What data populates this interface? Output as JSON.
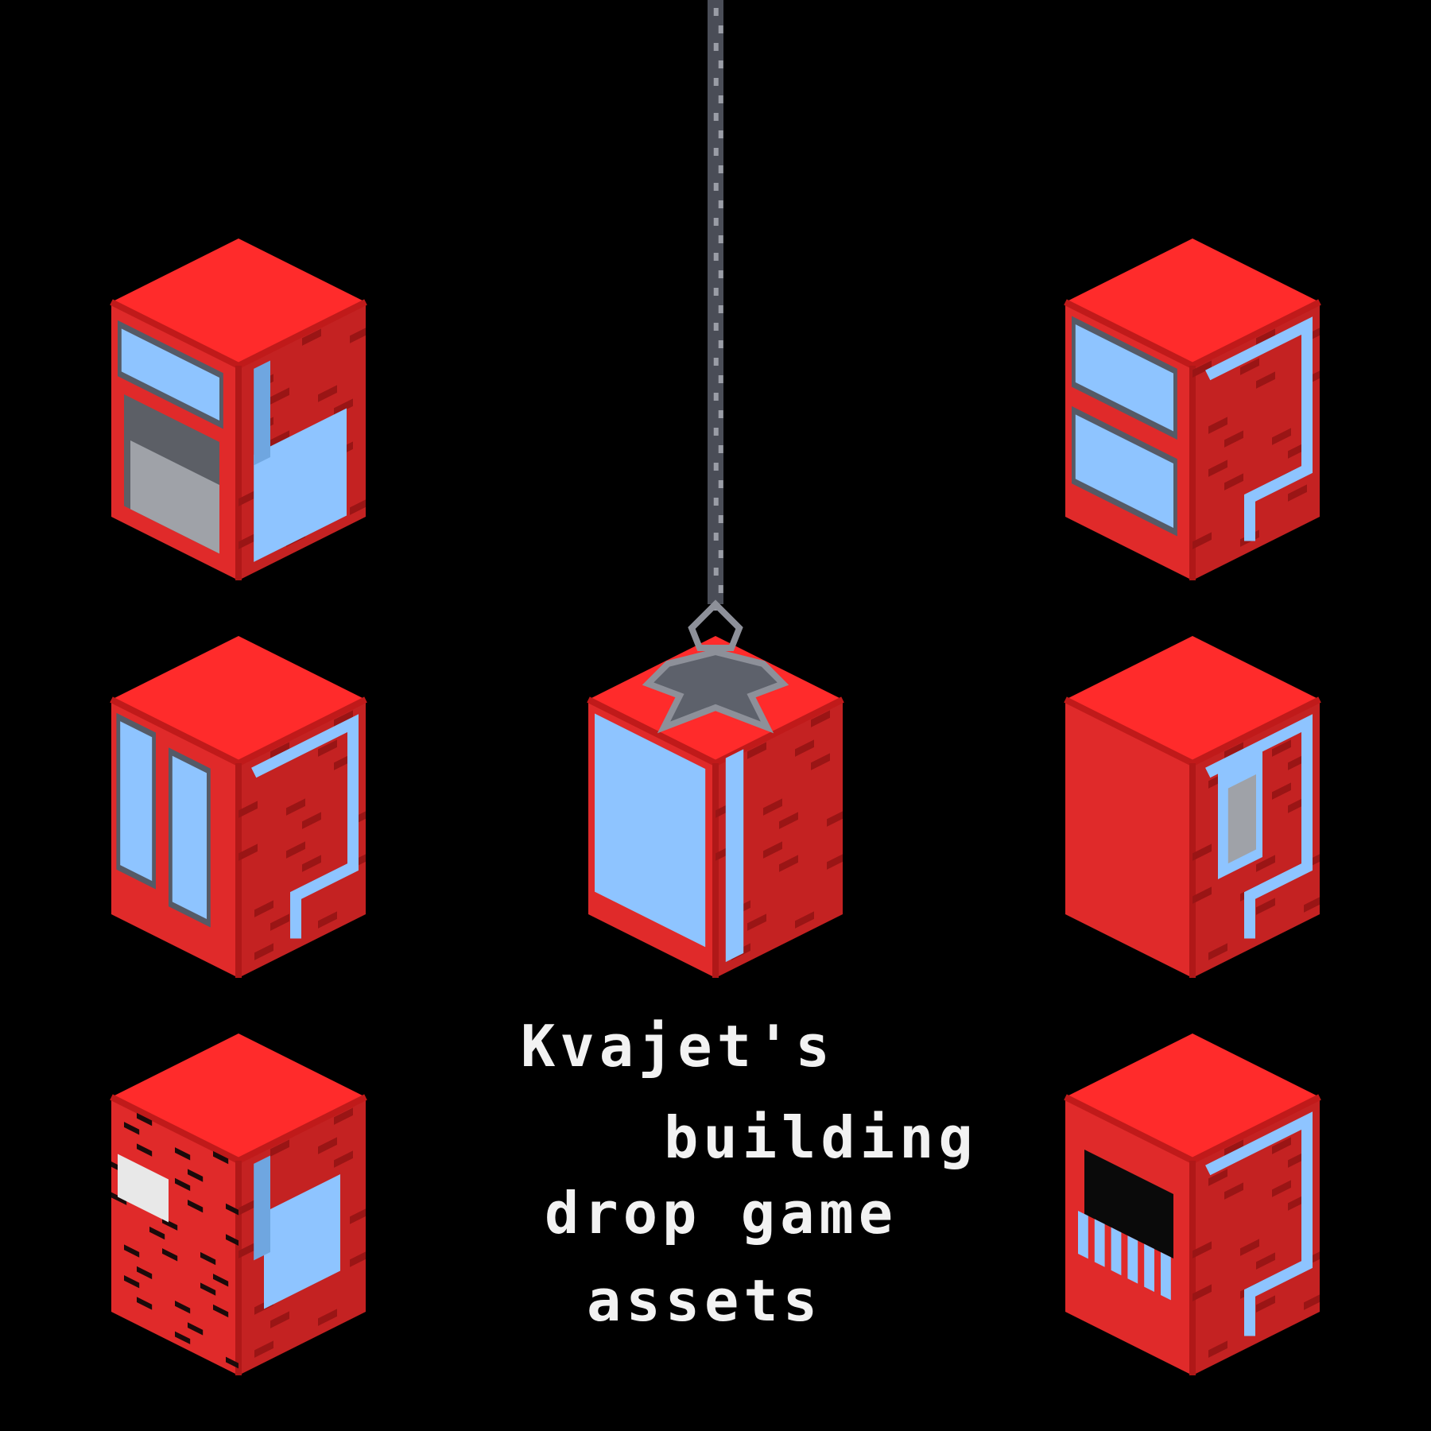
{
  "title": {
    "lines": [
      "Kvajet's",
      "building",
      "drop game",
      "assets"
    ]
  },
  "colors": {
    "background": "#000000",
    "roof": "#ff2b2b",
    "wall_left": "#e02a2a",
    "wall_right": "#c42222",
    "brick": "#9a1515",
    "edge_dark": "#c01a1a",
    "window": "#8ec4ff",
    "window_dark": "#6fa6e0",
    "frame": "#555a66",
    "door": "#9fa2a8",
    "door_dark": "#5c5f66",
    "cable": "#4a4d57",
    "cable_light": "#9a9da6",
    "hook": "#5d616b",
    "hook_outline": "#8d9099",
    "text": "#f2f2f2"
  },
  "blocks": [
    {
      "id": "block-top-left",
      "variant": "windows-and-door"
    },
    {
      "id": "block-top-right",
      "variant": "striped-windows"
    },
    {
      "id": "block-middle-left",
      "variant": "tall-windows"
    },
    {
      "id": "block-center",
      "variant": "crane-hooked"
    },
    {
      "id": "block-middle-right",
      "variant": "side-door"
    },
    {
      "id": "block-bottom-left",
      "variant": "brick-vent"
    },
    {
      "id": "block-bottom-right",
      "variant": "shop-front"
    }
  ],
  "crane": {
    "cable": "crane-cable",
    "hook": "crane-hook"
  }
}
